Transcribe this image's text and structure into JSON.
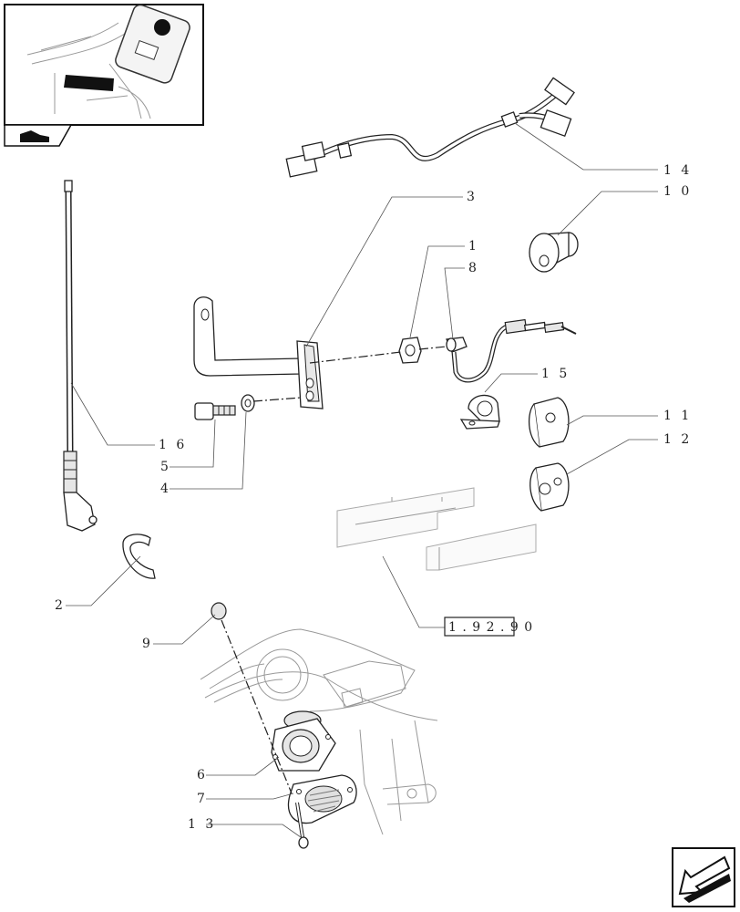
{
  "callouts": [
    {
      "id": "c14",
      "label": "1 4"
    },
    {
      "id": "c10",
      "label": "1 0"
    },
    {
      "id": "c3",
      "label": "3"
    },
    {
      "id": "c1",
      "label": "1"
    },
    {
      "id": "c8",
      "label": "8"
    },
    {
      "id": "c15",
      "label": "1 5"
    },
    {
      "id": "c11",
      "label": "1 1"
    },
    {
      "id": "c12",
      "label": "1 2"
    },
    {
      "id": "c16",
      "label": "1 6"
    },
    {
      "id": "c5",
      "label": "5"
    },
    {
      "id": "c4",
      "label": "4"
    },
    {
      "id": "c2",
      "label": "2"
    },
    {
      "id": "c9",
      "label": "9"
    },
    {
      "id": "c6",
      "label": "6"
    },
    {
      "id": "c7",
      "label": "7"
    },
    {
      "id": "c13",
      "label": "1 3"
    }
  ],
  "reference_box": {
    "label": "1 . 9 2 . 9 0"
  },
  "icons": {
    "thumbnail_tag": "tractor-cab-icon",
    "nav_arrow": "back-arrow-icon"
  }
}
